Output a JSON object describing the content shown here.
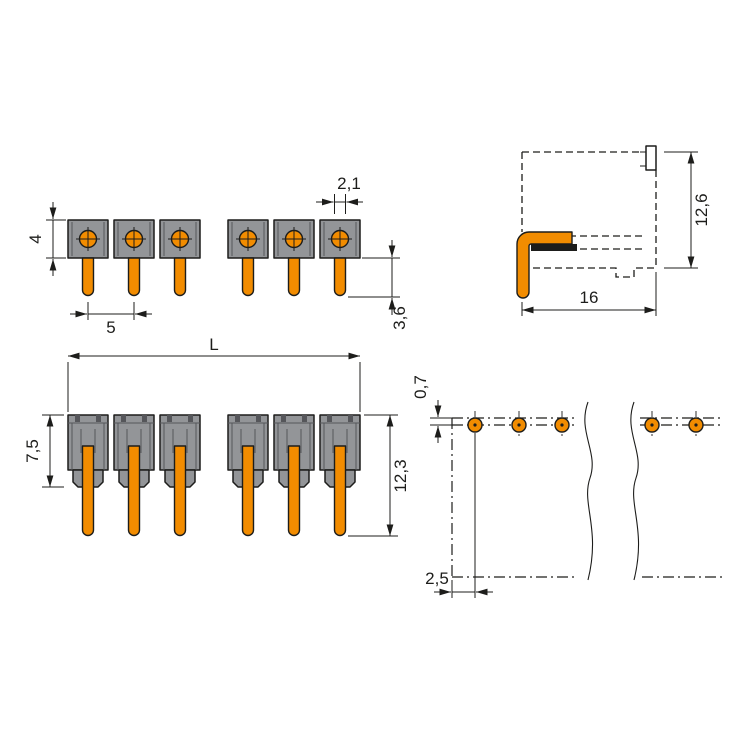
{
  "dims": {
    "pin_width": "2,1",
    "housing_height": "4",
    "pitch": "5",
    "pin_length": "3,6",
    "total_length": "L",
    "housing_depth": "7,5",
    "overall_depth": "12,3",
    "side_height": "12,6",
    "side_width": "16",
    "pad_offset": "0,7",
    "pad_edge_distance": "2,5"
  },
  "colors": {
    "ink": "#1d1d1b",
    "pin_orange": "#f28c00",
    "housing_gray": "#939598",
    "detail_gray": "#55565a",
    "background": "#ffffff"
  }
}
